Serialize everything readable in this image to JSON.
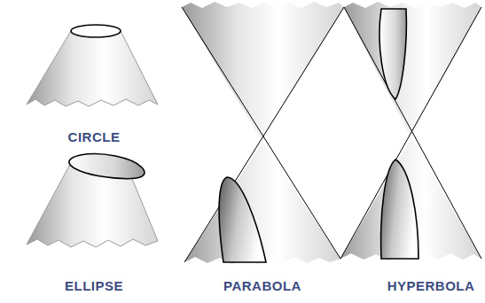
{
  "diagram": {
    "labels": [
      "CIRCLE",
      "ELLIPSE",
      "PARABOLA",
      "HYPERBOLA"
    ]
  }
}
